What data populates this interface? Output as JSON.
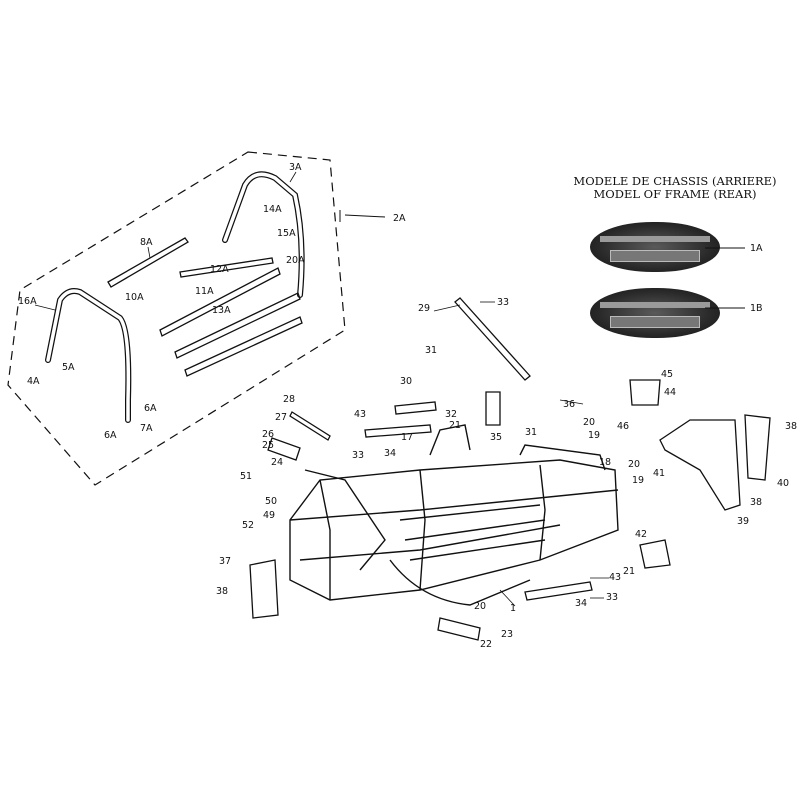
{
  "title": {
    "fr": "MODELE DE CHASSIS (ARRIERE)",
    "en": "MODEL OF FRAME (REAR)"
  },
  "photo_labels": [
    "1A",
    "1B"
  ],
  "callouts": {
    "cage": [
      "3A",
      "2A",
      "14A",
      "8A",
      "15A",
      "12A",
      "20A",
      "11A",
      "10A",
      "16A",
      "13A",
      "5A",
      "4A",
      "6A",
      "6A",
      "7A"
    ],
    "frame": [
      "33",
      "29",
      "31",
      "45",
      "44",
      "30",
      "36",
      "46",
      "43",
      "32",
      "31",
      "38",
      "28",
      "20",
      "27",
      "21",
      "19",
      "17",
      "35",
      "26",
      "25",
      "33",
      "34",
      "18",
      "24",
      "20",
      "41",
      "19",
      "40",
      "51",
      "50",
      "38",
      "49",
      "39",
      "52",
      "42",
      "37",
      "21",
      "43",
      "38",
      "33",
      "20",
      "1",
      "34",
      "23",
      "22"
    ]
  },
  "colors": {
    "ink": "#111111",
    "background": "#ffffff",
    "photo": "#2a2a2a"
  }
}
